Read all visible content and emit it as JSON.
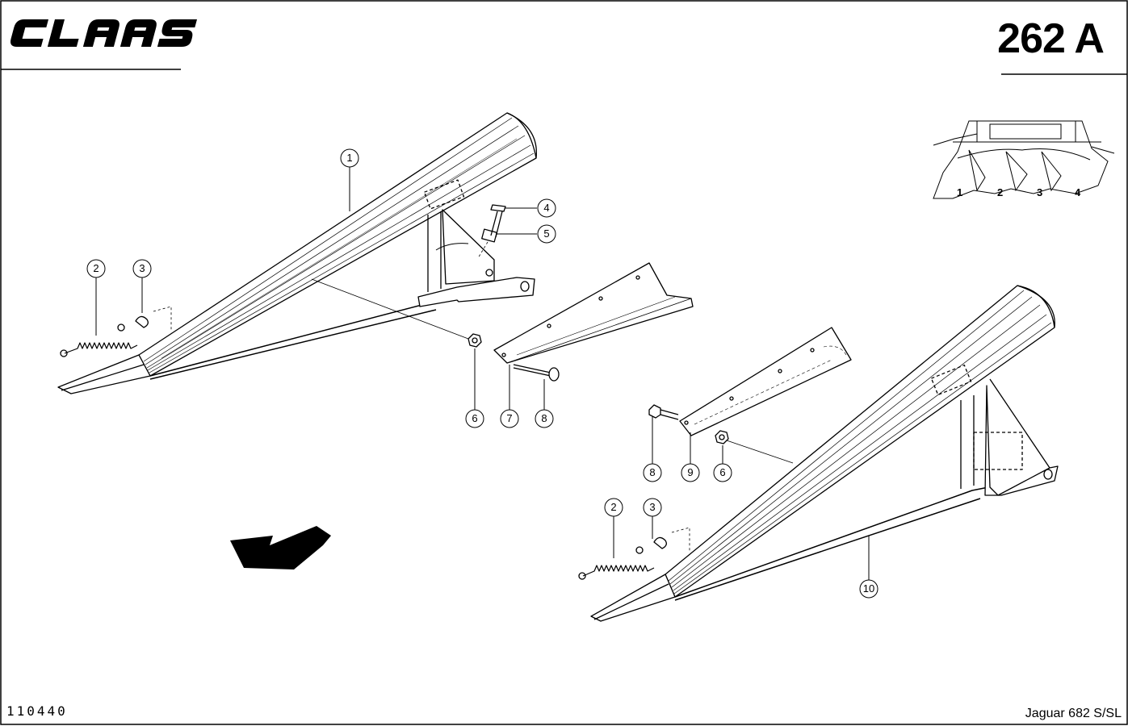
{
  "header": {
    "brand_logo_text": "CLAAS",
    "page_number": "262 A"
  },
  "footer": {
    "document_number": "110440",
    "model": "Jaguar 682 S/SL"
  },
  "inset": {
    "row_labels": [
      "1",
      "2",
      "3",
      "4"
    ]
  },
  "callouts": {
    "left_assembly": [
      "1",
      "2",
      "3",
      "4",
      "5",
      "6",
      "7",
      "8"
    ],
    "right_assembly": [
      "2",
      "3",
      "8",
      "9",
      "6",
      "10"
    ]
  },
  "colors": {
    "ink": "#000000",
    "paper": "#ffffff"
  },
  "icons": [
    "direction-arrow-icon",
    "brand-logo"
  ]
}
